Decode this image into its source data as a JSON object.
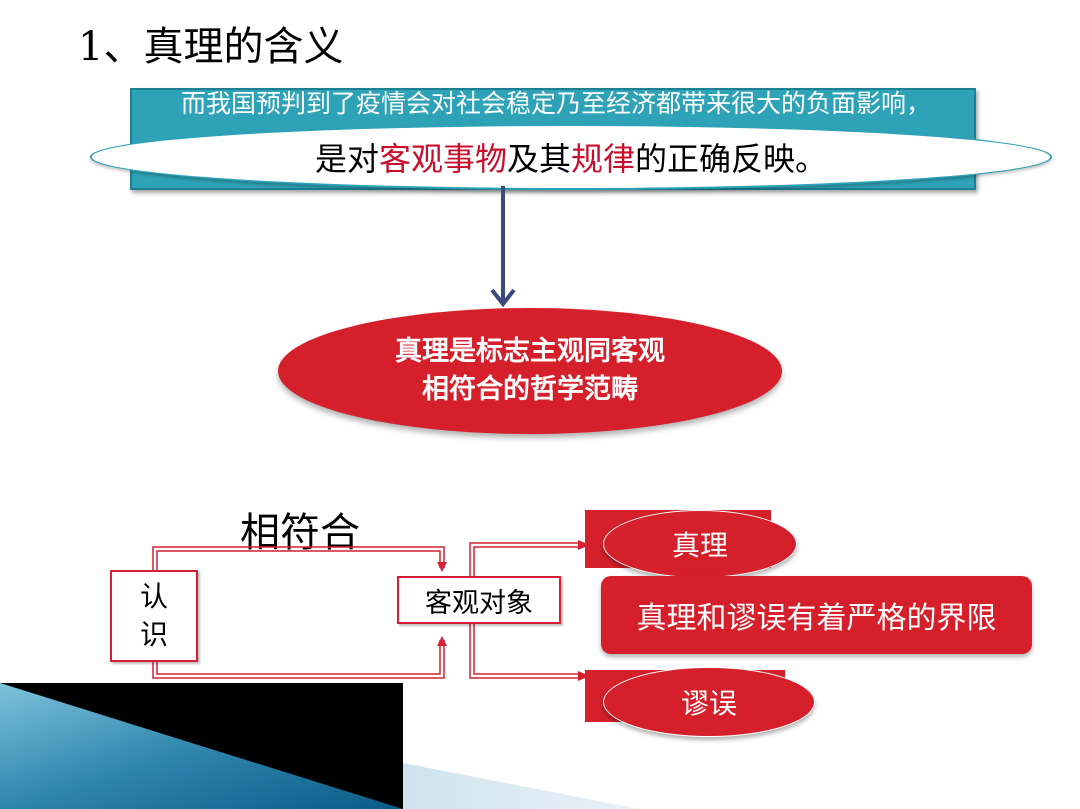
{
  "title": "1、真理的含义",
  "teal_box": {
    "text": "而我国预判到了疫情会对社会稳定乃至经济都带来很大的负面影响，"
  },
  "definition": {
    "part1": "是对",
    "highlight1": "客观事物",
    "part2": "及其",
    "highlight2": "规律",
    "part3": "的正确反映。"
  },
  "truth_category": {
    "line1": "真理是标志主观同客观",
    "line2": "相符合的哲学范畴"
  },
  "diagram": {
    "match_label": "相符合",
    "cognition": "认识",
    "object": "客观对象",
    "truth": "真理",
    "error": "谬误",
    "boundary": "真理和谬误有着严格的界限"
  },
  "colors": {
    "accent_red": "#d51f2b",
    "teal": "#2ea3b7",
    "highlight_red": "#c8102e"
  }
}
